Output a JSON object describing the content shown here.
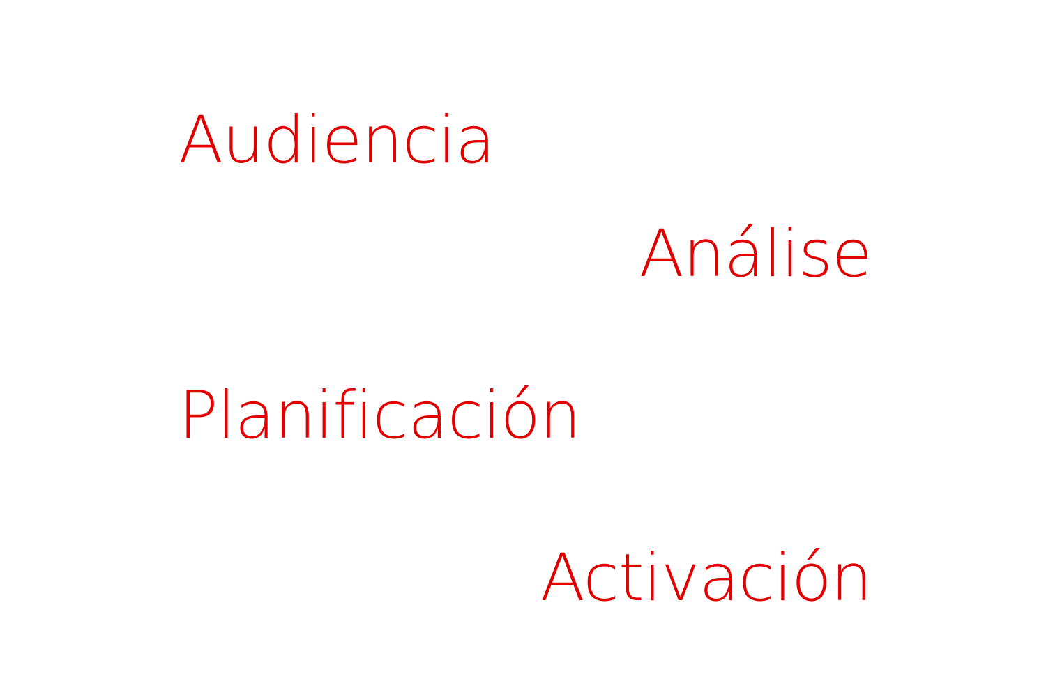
{
  "accent_color": "#e00000",
  "words": [
    "Audiencia",
    "Análise",
    "Planificación",
    "Activación"
  ]
}
